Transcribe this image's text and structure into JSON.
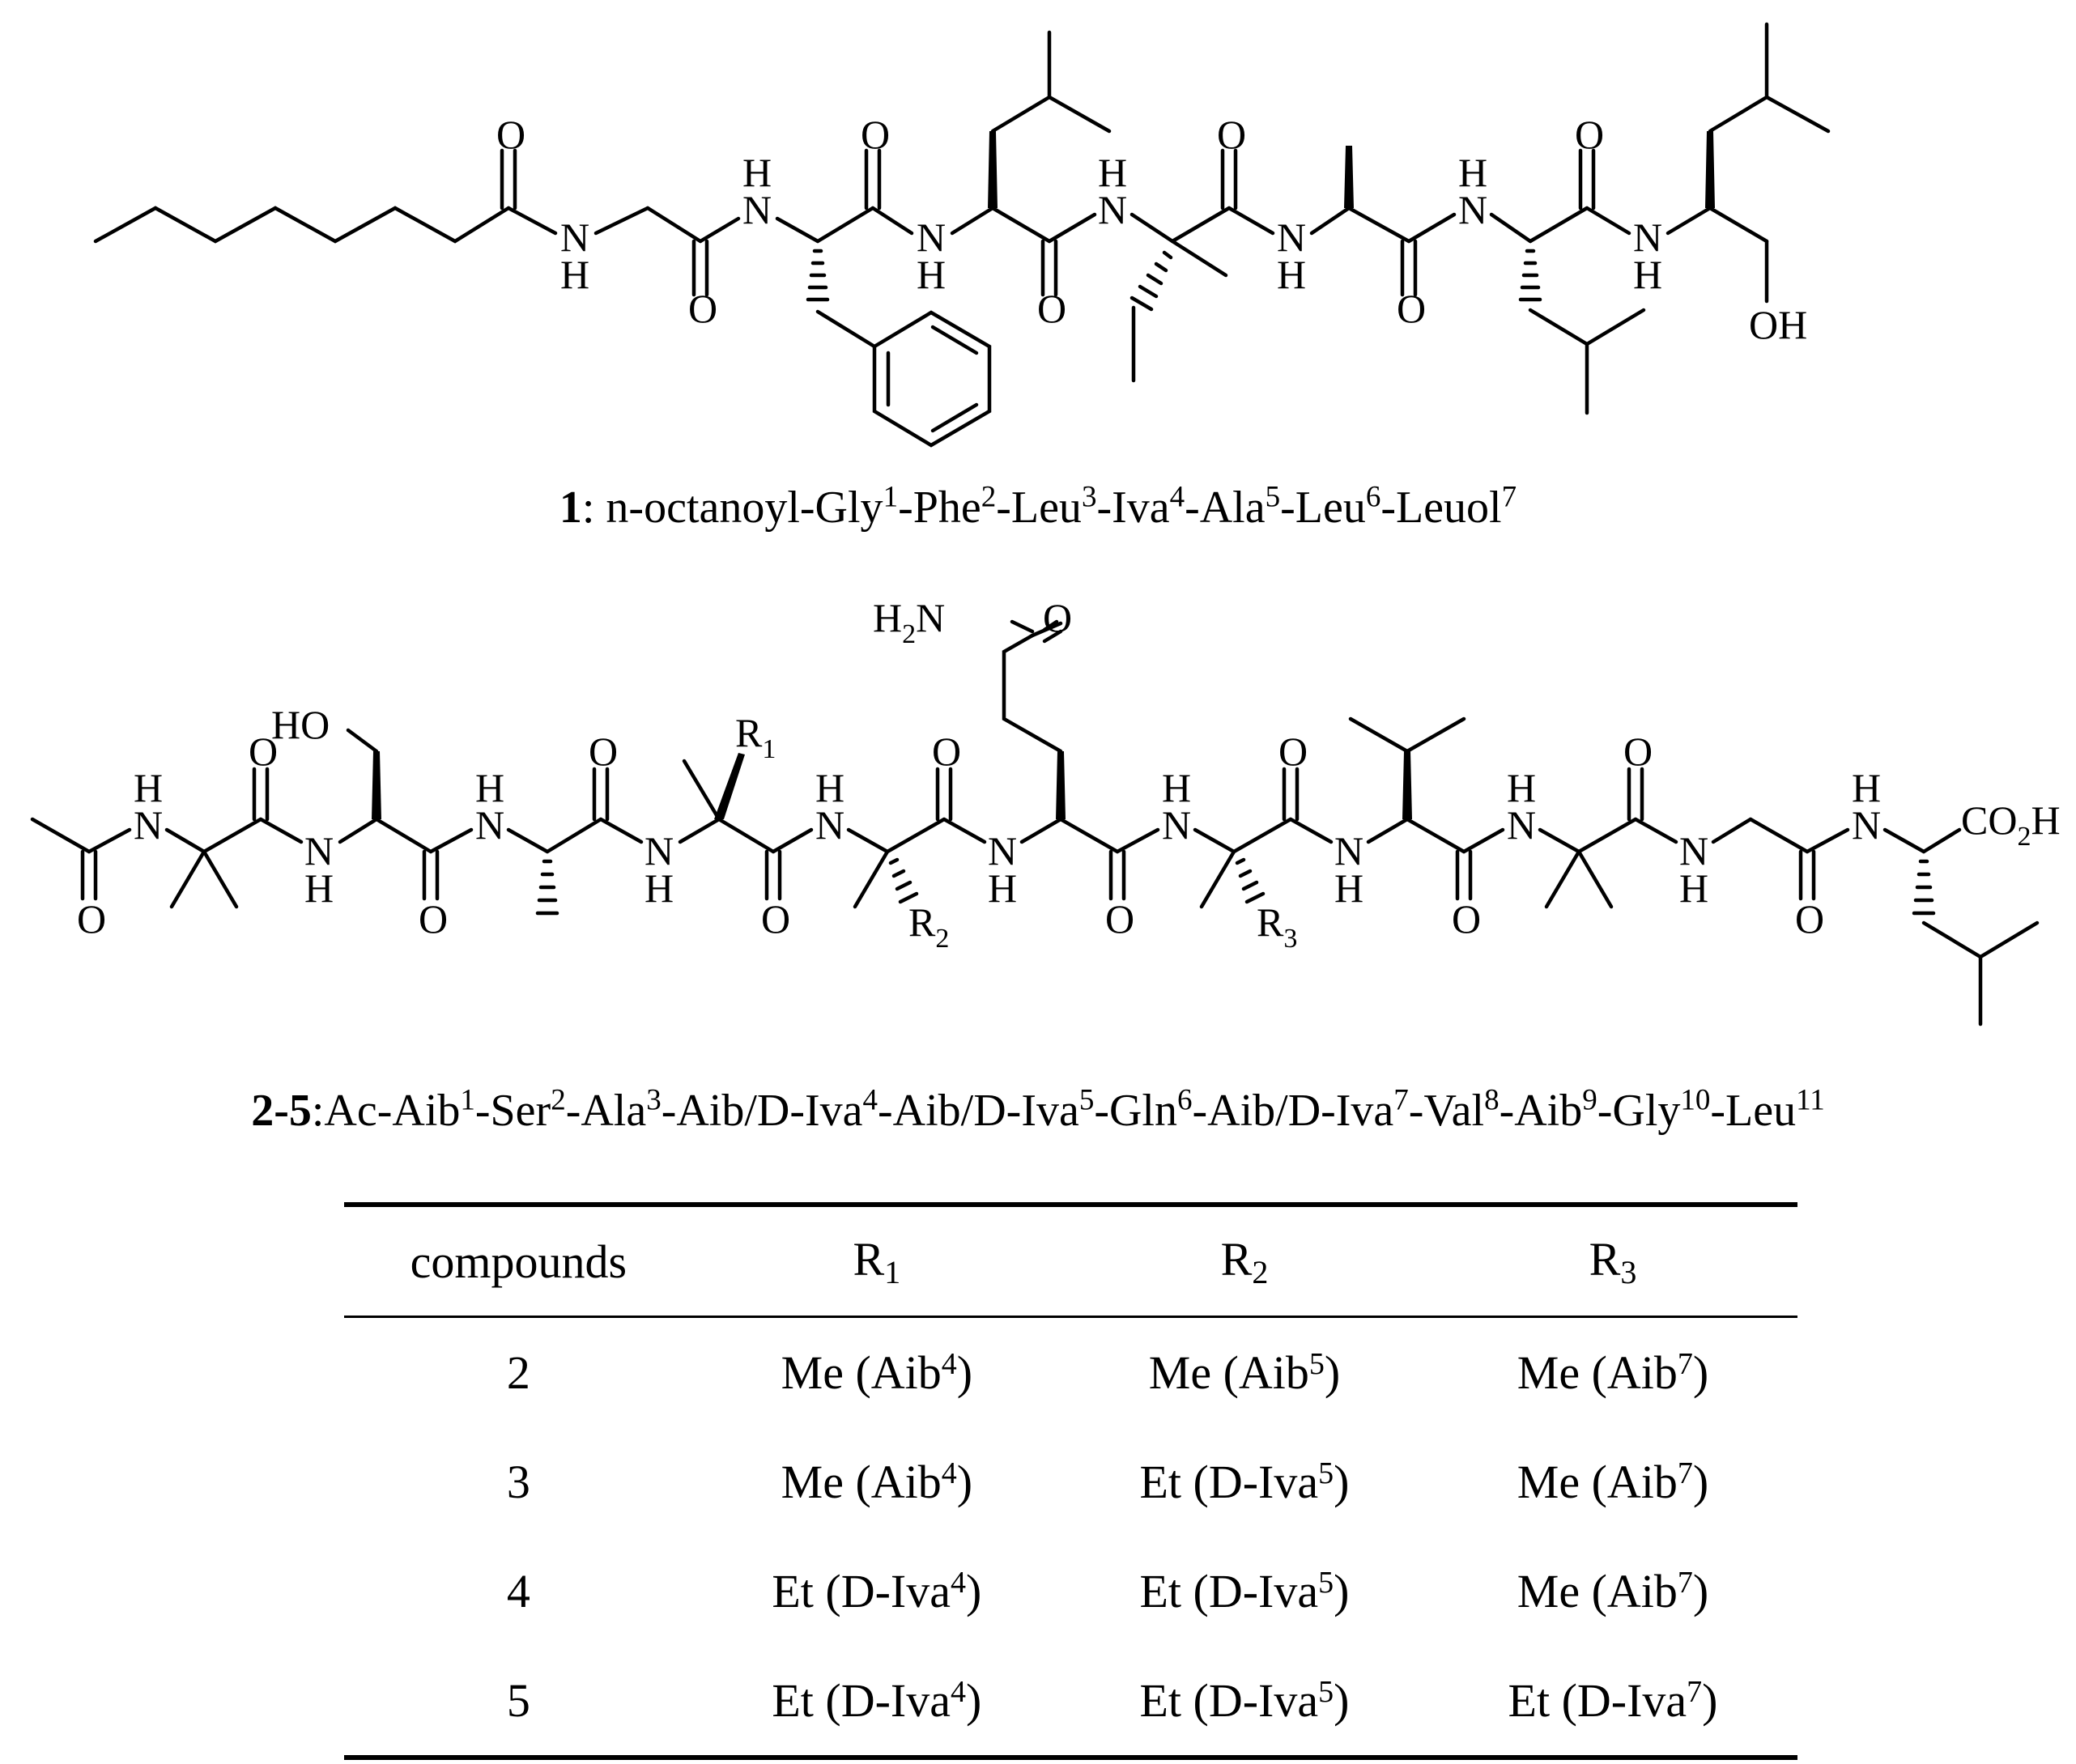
{
  "compound1": {
    "atoms": {
      "O": "O",
      "N": "N",
      "H": "H",
      "OH": "OH"
    },
    "caption": {
      "number": "1",
      "segments": [
        {
          "t": ": n-octanoyl-Gly",
          "s": "1"
        },
        {
          "t": "-Phe",
          "s": "2"
        },
        {
          "t": "-Leu",
          "s": "3"
        },
        {
          "t": "-Iva",
          "s": "4"
        },
        {
          "t": "-Ala",
          "s": "5"
        },
        {
          "t": "-Leu",
          "s": "6"
        },
        {
          "t": "-Leuol",
          "s": "7"
        }
      ]
    }
  },
  "compound2_5": {
    "atoms": {
      "O": "O",
      "N": "N",
      "H": "H",
      "HO": "HO",
      "H2N": "H2N",
      "CO2H": "CO2H",
      "R1": "R1",
      "R2": "R2",
      "R3": "R3"
    },
    "caption": {
      "number": "2-5",
      "segments": [
        {
          "t": ":Ac-Aib",
          "s": "1"
        },
        {
          "t": "-Ser",
          "s": "2"
        },
        {
          "t": "-Ala",
          "s": "3"
        },
        {
          "t": "-Aib/D-Iva",
          "s": "4"
        },
        {
          "t": "-Aib/D-Iva",
          "s": "5"
        },
        {
          "t": "-Gln",
          "s": "6"
        },
        {
          "t": "-Aib/D-Iva",
          "s": "7"
        },
        {
          "t": "-Val",
          "s": "8"
        },
        {
          "t": "-Aib",
          "s": "9"
        },
        {
          "t": "-Gly",
          "s": "10"
        },
        {
          "t": "-Leu",
          "s": "11"
        }
      ]
    }
  },
  "table": {
    "headers": [
      {
        "text": "compounds",
        "sub": ""
      },
      {
        "text": "R",
        "sub": "1"
      },
      {
        "text": "R",
        "sub": "2"
      },
      {
        "text": "R",
        "sub": "3"
      }
    ],
    "rows": [
      [
        {
          "text": "2",
          "sup": "",
          "tail": ""
        },
        {
          "text": "Me (Aib",
          "sup": "4",
          "tail": ")"
        },
        {
          "text": "Me (Aib",
          "sup": "5",
          "tail": ")"
        },
        {
          "text": "Me (Aib",
          "sup": "7",
          "tail": ")"
        }
      ],
      [
        {
          "text": "3",
          "sup": "",
          "tail": ""
        },
        {
          "text": "Me (Aib",
          "sup": "4",
          "tail": ")"
        },
        {
          "text": "Et (D-Iva",
          "sup": "5",
          "tail": ")"
        },
        {
          "text": "Me (Aib",
          "sup": "7",
          "tail": ")"
        }
      ],
      [
        {
          "text": "4",
          "sup": "",
          "tail": ""
        },
        {
          "text": "Et (D-Iva",
          "sup": "4",
          "tail": ")"
        },
        {
          "text": "Et (D-Iva",
          "sup": "5",
          "tail": ")"
        },
        {
          "text": "Me (Aib",
          "sup": "7",
          "tail": ")"
        }
      ],
      [
        {
          "text": "5",
          "sup": "",
          "tail": ""
        },
        {
          "text": "Et (D-Iva",
          "sup": "4",
          "tail": ")"
        },
        {
          "text": "Et (D-Iva",
          "sup": "5",
          "tail": ")"
        },
        {
          "text": "Et (D-Iva",
          "sup": "7",
          "tail": ")"
        }
      ]
    ]
  }
}
